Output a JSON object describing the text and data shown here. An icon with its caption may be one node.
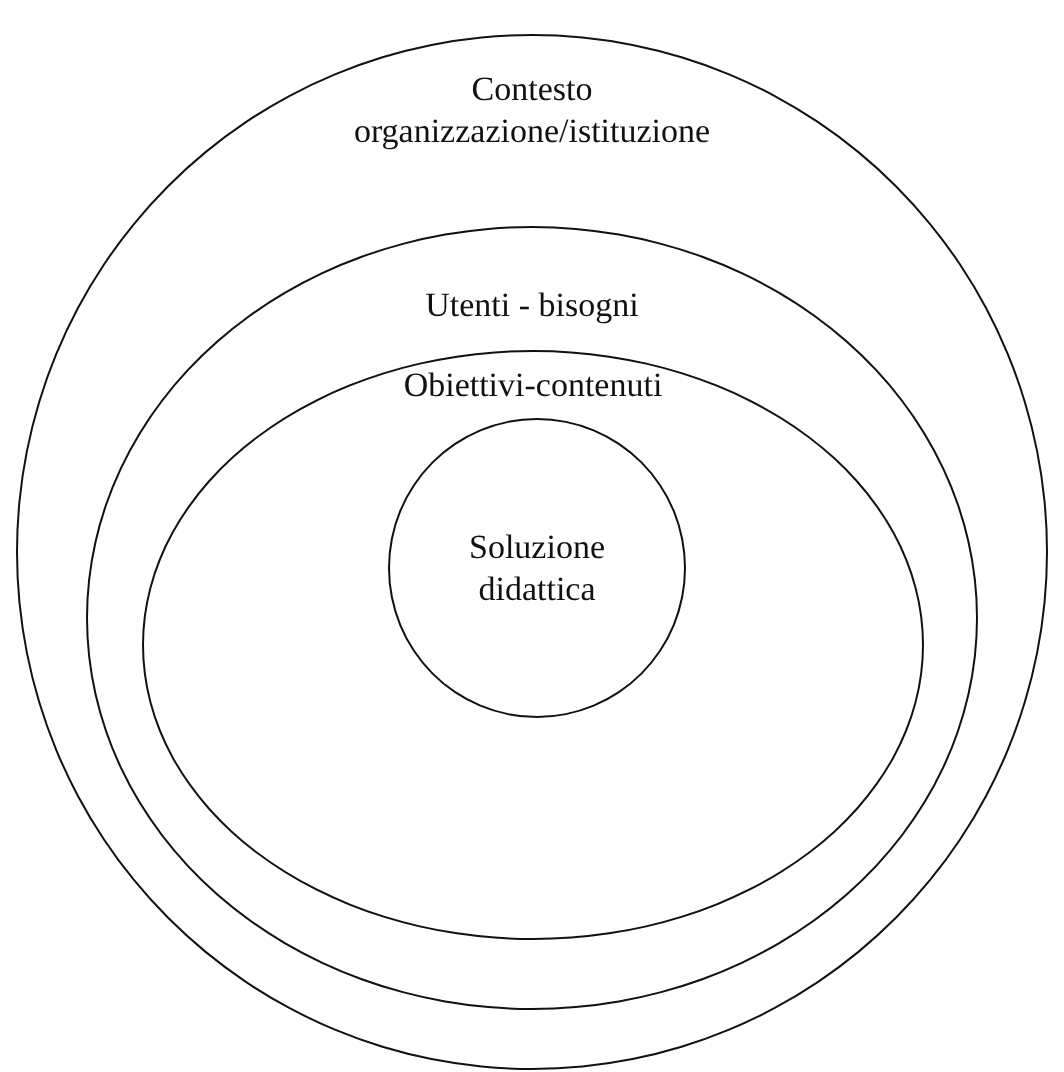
{
  "diagram": {
    "nodes": [
      {
        "text": [
          "Contesto organizzazione/istituzione"
        ]
      },
      {
        "text": [
          "Utenti - bisogni"
        ],
        "in": 0
      },
      {
        "text": [
          "Obiettivi-contenuti"
        ],
        "in": 1
      },
      {
        "text": [
          "Soluzione didattica"
        ],
        "in": 2
      }
    ]
  }
}
